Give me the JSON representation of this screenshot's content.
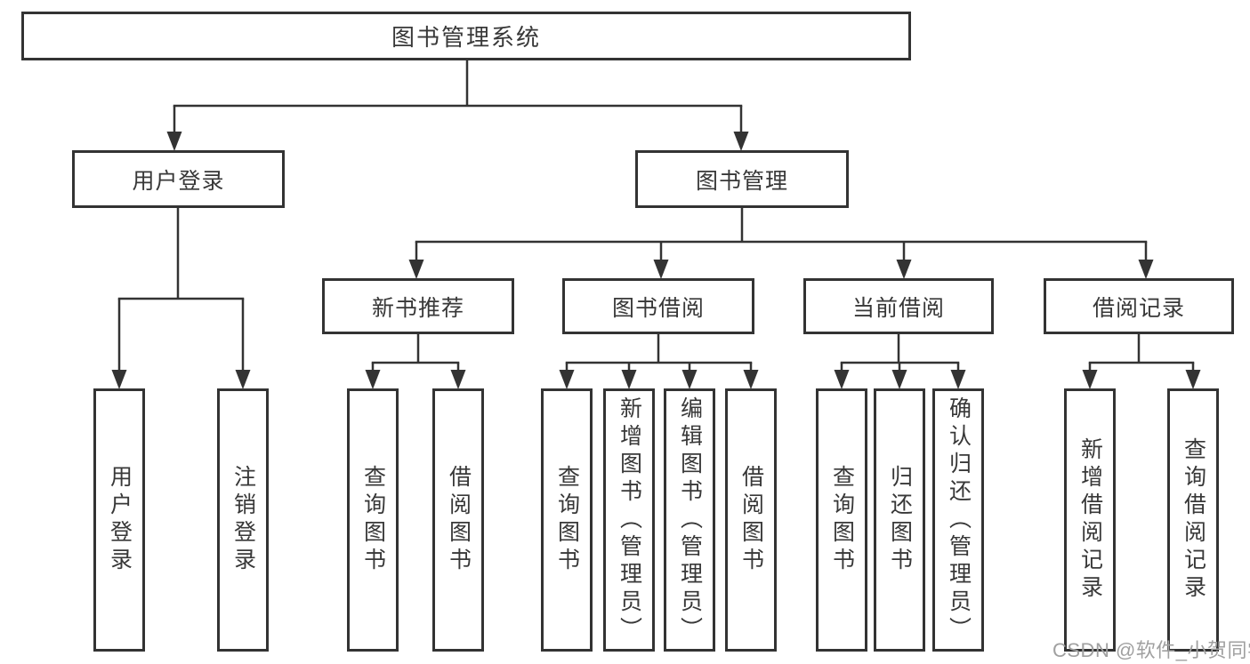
{
  "diagram_type": "hierarchy-tree",
  "colors": {
    "line": "#333333",
    "text": "#383838",
    "watermark": "#a0a0a0",
    "background": "#ffffff"
  },
  "tree": {
    "root": {
      "label": "图书管理系统"
    },
    "children": [
      {
        "label": "用户登录",
        "children": [
          {
            "label": "用户登录"
          },
          {
            "label": "注销登录"
          }
        ]
      },
      {
        "label": "图书管理",
        "children": [
          {
            "label": "新书推荐",
            "children": [
              {
                "label": "查询图书"
              },
              {
                "label": "借阅图书"
              }
            ]
          },
          {
            "label": "图书借阅",
            "children": [
              {
                "label": "查询图书"
              },
              {
                "label": "新增图书（管理员）"
              },
              {
                "label": "编辑图书（管理员）"
              },
              {
                "label": "借阅图书"
              }
            ]
          },
          {
            "label": "当前借阅",
            "children": [
              {
                "label": "查询图书"
              },
              {
                "label": "归还图书"
              },
              {
                "label": "确认归还（管理员）"
              }
            ]
          },
          {
            "label": "借阅记录",
            "children": [
              {
                "label": "新增借阅记录"
              },
              {
                "label": "查询借阅记录"
              }
            ]
          }
        ]
      }
    ]
  },
  "watermark": {
    "text": "CSDN @软件_小贺同学"
  }
}
